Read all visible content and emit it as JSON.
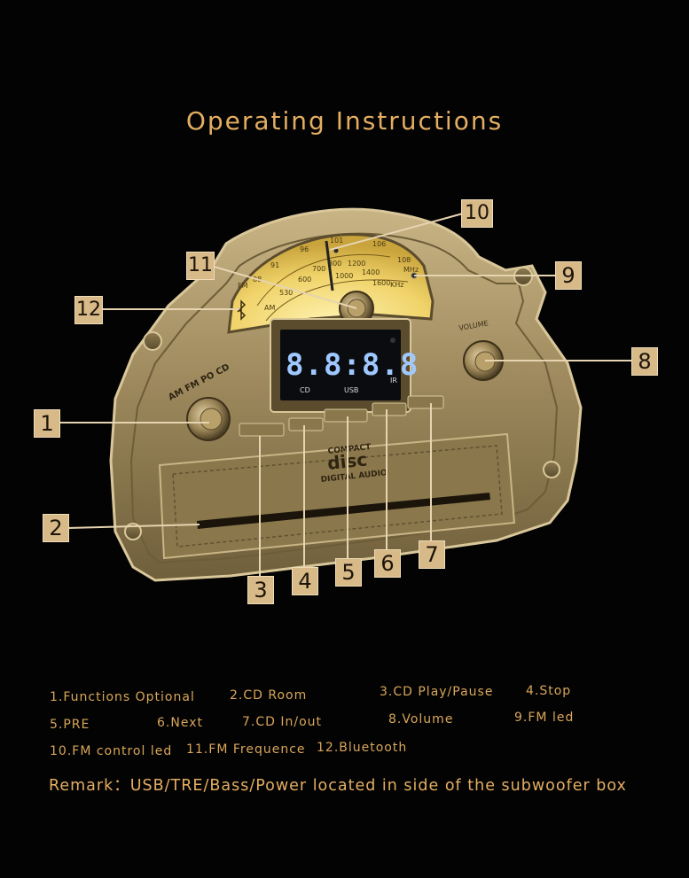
{
  "title": "Operating Instructions",
  "device": {
    "display_digits": "8.8:8.8",
    "display_labels": {
      "cd": "CD",
      "usb": "USB",
      "ir": "IR"
    },
    "disc_logo": [
      "COMPACT",
      "disc",
      "DIGITAL AUDIO"
    ],
    "knob_left_label": "AM FM PO CD",
    "knob_right_label": "VOLUME",
    "dial": {
      "fm_scale": [
        "88",
        "91",
        "96",
        "101",
        "106",
        "108"
      ],
      "am_scale": [
        "530",
        "600",
        "700",
        "800",
        "1000",
        "1200",
        "1400",
        "1600"
      ],
      "fm_label": "FM",
      "am_label": "AM",
      "mhz": "MHz",
      "khz": "KHz"
    }
  },
  "callouts": [
    "1",
    "2",
    "3",
    "4",
    "5",
    "6",
    "7",
    "8",
    "9",
    "10",
    "11",
    "12"
  ],
  "legend": [
    "1.Functions Optional",
    "2.CD Room",
    "3.CD Play/Pause",
    "4.Stop",
    "5.PRE",
    "6.Next",
    "7.CD In/out",
    "8.Volume",
    "9.FM led",
    "10.FM control led",
    "11.FM Frequence",
    "12.Bluetooth"
  ],
  "remark": "Remark：USB/TRE/Bass/Power located in side of the subwoofer box",
  "colors": {
    "background": "#030303",
    "text": "#d9a65a",
    "callout_fill": "#d8b988",
    "bronze": "#a08a5c",
    "dial": "#f0d36a",
    "led_digits": "#9ec8ff"
  }
}
